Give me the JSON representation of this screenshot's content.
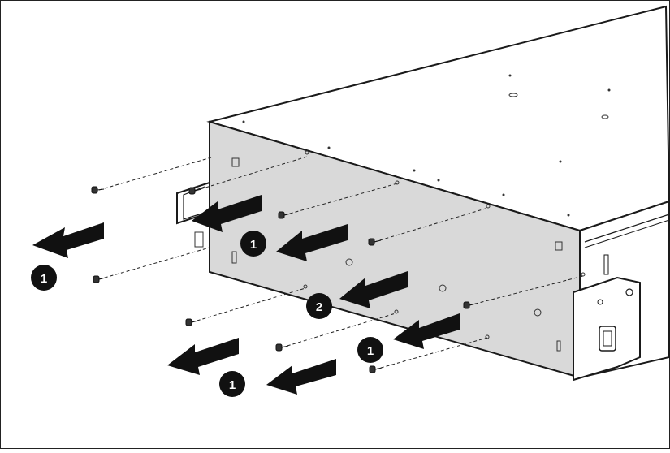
{
  "figure": {
    "colors": {
      "panel_fill": "#d9d9d9",
      "top_fill": "#ffffff",
      "outline": "#1a1a1a",
      "arrow": "#111111",
      "callout_fill": "#111111",
      "callout_text": "#ffffff"
    },
    "callouts": [
      {
        "label": "1"
      },
      {
        "label": "1"
      },
      {
        "label": "2"
      },
      {
        "label": "1"
      },
      {
        "label": "1"
      }
    ],
    "icons": [
      "screw-icon",
      "removal-arrow-icon",
      "callout-marker-icon",
      "server-chassis-icon",
      "front-panel-icon"
    ]
  }
}
